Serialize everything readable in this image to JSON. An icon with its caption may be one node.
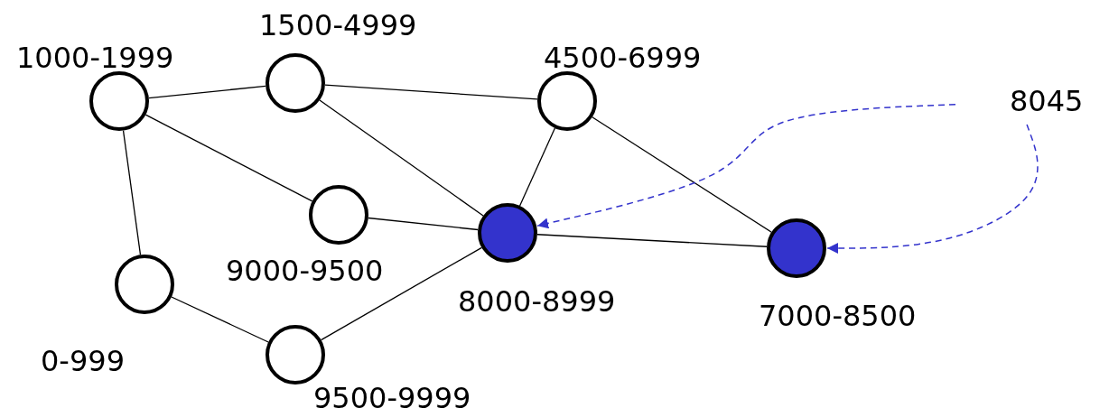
{
  "diagram": {
    "nodes": [
      {
        "text": [
          "1000-1999"
        ]
      },
      {
        "text": [
          "1500-4999"
        ]
      },
      {
        "text": [
          "4500-6999"
        ]
      },
      {
        "text": [
          "9000-9500"
        ]
      },
      {
        "text": [
          "8000-8999"
        ]
      },
      {
        "text": [
          "0-999"
        ]
      },
      {
        "text": [
          "9500-9999"
        ]
      },
      {
        "text": [
          "7000-8500"
        ]
      },
      {
        "text": [
          "8045"
        ]
      }
    ],
    "edges": [
      {
        "from": 0,
        "to": 1,
        "arrow": "none"
      },
      {
        "from": 1,
        "to": 2,
        "arrow": "none"
      },
      {
        "from": 0,
        "to": 3,
        "arrow": "none"
      },
      {
        "from": 0,
        "to": 5,
        "arrow": "none"
      },
      {
        "from": 1,
        "to": 4,
        "arrow": "none"
      },
      {
        "from": 2,
        "to": 4,
        "arrow": "none"
      },
      {
        "from": 3,
        "to": 4,
        "arrow": "none"
      },
      {
        "from": 2,
        "to": 7,
        "arrow": "none"
      },
      {
        "from": 7,
        "to": 4,
        "arrow": "none"
      },
      {
        "from": 5,
        "to": 6,
        "arrow": "none"
      },
      {
        "from": 6,
        "to": 4,
        "arrow": "none"
      },
      {
        "from": 8,
        "to": 4,
        "arrow": "to",
        "style": "dashed",
        "color": "#3333cc"
      },
      {
        "from": 8,
        "to": 7,
        "arrow": "to",
        "style": "dashed",
        "color": "#3333cc"
      }
    ]
  }
}
